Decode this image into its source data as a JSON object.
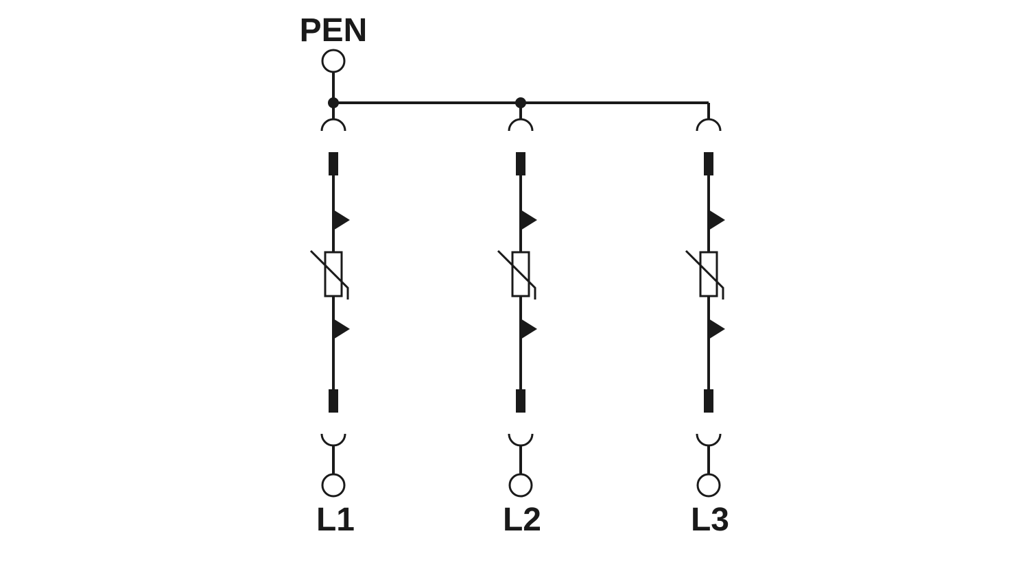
{
  "diagram": {
    "top_label": "PEN",
    "line_labels": [
      "L1",
      "L2",
      "L3"
    ],
    "colors": {
      "ink": "#1a1a1a",
      "background": "#ffffff"
    }
  }
}
